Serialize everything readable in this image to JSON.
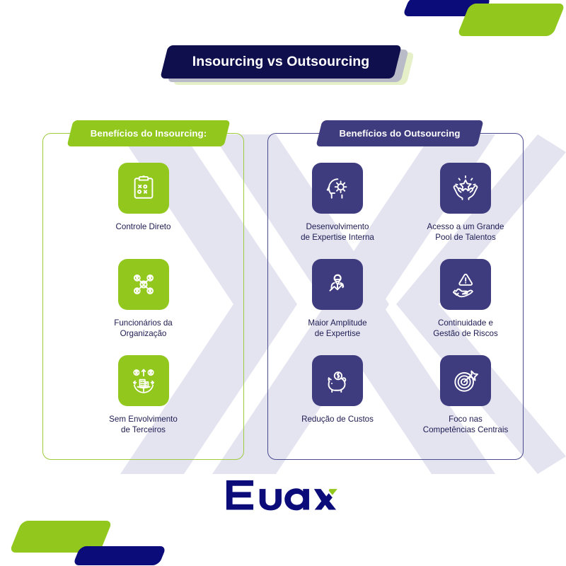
{
  "title": {
    "text": "Insourcing vs Outsourcing"
  },
  "colors": {
    "navy": "#100f4d",
    "logo_navy": "#0b0b7a",
    "green": "#92c81e",
    "purple": "#3e3b7e",
    "text_navy": "#1d1b51",
    "watermark": "#e4e4f1",
    "card_border_green": "#9dcb3b",
    "card_border_purple": "#4a4a8f",
    "title_shadow_green": "#e6f0c8",
    "title_shadow_grey": "#b9bcc8"
  },
  "insourcing": {
    "header": "Benefícios do Insourcing:",
    "items": [
      {
        "label": "Controle Direto",
        "icon": "clipboard-checklist-icon"
      },
      {
        "label": "Funcionários da\nOrganização",
        "icon": "people-network-icon"
      },
      {
        "label": "Sem Envolvimento\nde Terceiros",
        "icon": "globe-buildings-people-icon"
      }
    ]
  },
  "outsourcing": {
    "header": "Benefícios do Outsourcing",
    "items_left": [
      {
        "label": "Desenvolvimento\nde Expertise Interna",
        "icon": "head-gear-icon"
      },
      {
        "label": "Maior Amplitude\nde Expertise",
        "icon": "person-growth-arrow-icon"
      },
      {
        "label": "Redução de Custos",
        "icon": "piggy-bank-icon"
      }
    ],
    "items_right": [
      {
        "label": "Acesso a um Grande\nPool de Talentos",
        "icon": "hands-star-icon"
      },
      {
        "label": "Continuidade e\nGestão de Riscos",
        "icon": "hand-warning-icon"
      },
      {
        "label": "Foco nas\nCompetências Centrais",
        "icon": "target-arrow-icon"
      }
    ]
  },
  "logo": {
    "text": "Euax",
    "accent": "#92c81e",
    "base": "#0b0b7a"
  }
}
